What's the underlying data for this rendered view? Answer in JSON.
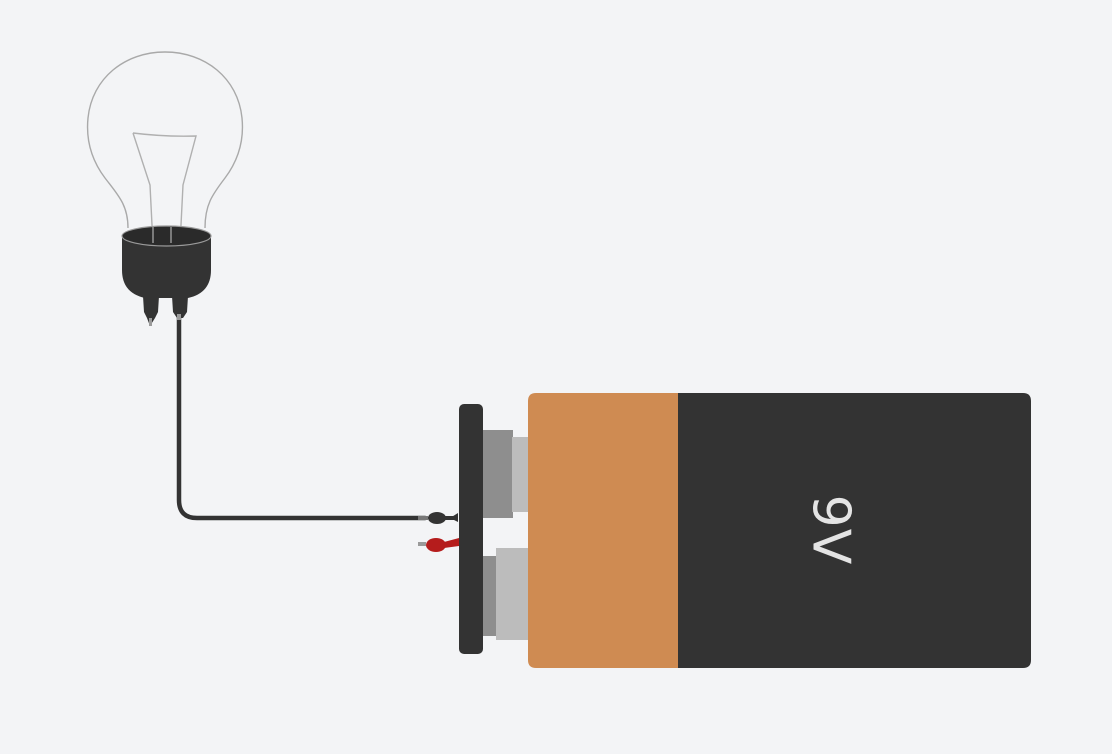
{
  "canvas": {
    "background": "#f3f4f6"
  },
  "components": {
    "light_bulb": {
      "type": "light-bulb",
      "state": "off"
    },
    "battery": {
      "type": "battery",
      "label": "9V",
      "colors": {
        "cap": "#cf8b52",
        "body": "#333333",
        "terminal_light": "#bcbcbc",
        "terminal_dark": "#8e8e8e",
        "connector": "#333333"
      }
    },
    "wires": [
      {
        "from": "light_bulb.terminal_2",
        "to": "battery.negative",
        "color": "#333333"
      }
    ],
    "terminals": {
      "negative_color": "#333333",
      "positive_color": "#b51c1c"
    }
  }
}
